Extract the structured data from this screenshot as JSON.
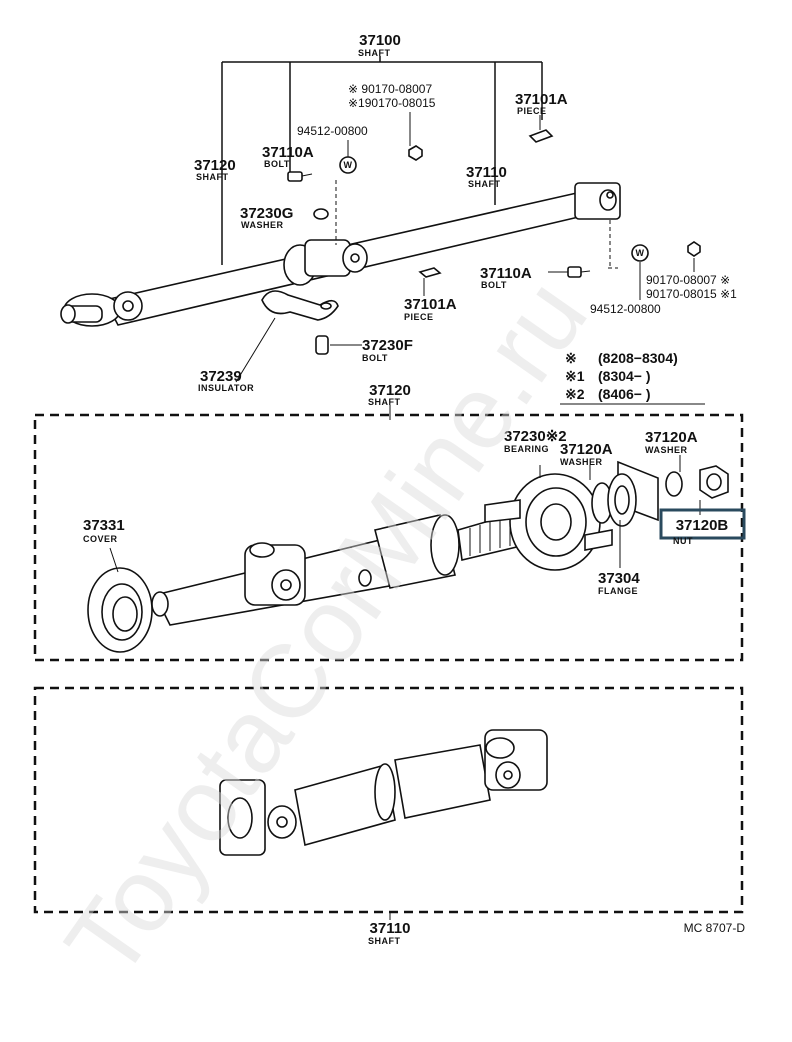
{
  "diagram_code": "MC 8707-D",
  "watermark": "ToyotaCorMine.ru",
  "legend": [
    {
      "mark": "※",
      "range": "(8208−8304)"
    },
    {
      "mark": "※1",
      "range": "(8304−        )"
    },
    {
      "mark": "※2",
      "range": "(8406−        )"
    }
  ],
  "highlighted_part": "37120B",
  "labels": {
    "shaft_37100": {
      "number": "37100",
      "name": "SHAFT"
    },
    "nut_90170_a": {
      "number": "※ 90170-08007"
    },
    "nut_90170_b": {
      "number": "※190170-08015"
    },
    "washer_94512_top": {
      "number": "94512-00800"
    },
    "piece_37101A_top": {
      "number": "37101A",
      "name": "PIECE"
    },
    "bolt_37110A_left": {
      "number": "37110A",
      "name": "BOLT"
    },
    "shaft_37120_top": {
      "number": "37120",
      "name": "SHAFT"
    },
    "washer_37230G": {
      "number": "37230G",
      "name": "WASHER"
    },
    "shaft_37110_top": {
      "number": "37110",
      "name": "SHAFT"
    },
    "bolt_37110A_right": {
      "number": "37110A",
      "name": "BOLT"
    },
    "piece_37101A_bottom": {
      "number": "37101A",
      "name": "PIECE"
    },
    "nut_right_a": {
      "number": "90170-08007 ※"
    },
    "nut_right_b": {
      "number": "90170-08015 ※1"
    },
    "washer_94512_right": {
      "number": "94512-00800"
    },
    "bolt_37230F": {
      "number": "37230F",
      "name": "BOLT"
    },
    "insulator_37239": {
      "number": "37239",
      "name": "INSULATOR"
    },
    "shaft_37120_mid": {
      "number": "37120",
      "name": "SHAFT"
    },
    "bearing_37230": {
      "number": "37230※2",
      "name": "BEARING"
    },
    "washer_37120A_a": {
      "number": "37120A",
      "name": "WASHER"
    },
    "washer_37120A_b": {
      "number": "37120A",
      "name": "WASHER"
    },
    "nut_37120B": {
      "number": "37120B",
      "name": "NUT"
    },
    "cover_37331": {
      "number": "37331",
      "name": "COVER"
    },
    "flange_37304": {
      "number": "37304",
      "name": "FLANGE"
    },
    "shaft_37110_bottom": {
      "number": "37110",
      "name": "SHAFT"
    }
  },
  "washer_mark": "W",
  "colors": {
    "line": "#111111",
    "highlight": "#2a4a5e",
    "watermark": "#d9d9d9"
  }
}
